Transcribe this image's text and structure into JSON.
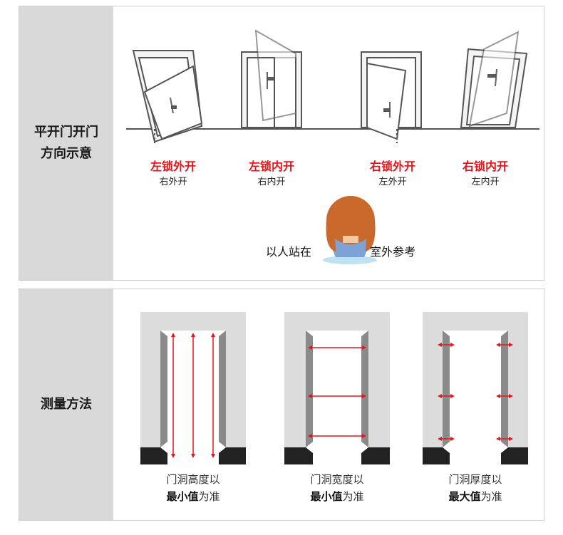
{
  "section_open": {
    "title": "平开门开门\n方向示意",
    "doors": [
      {
        "label": "左锁外开",
        "sub": "右外开"
      },
      {
        "label": "左锁内开",
        "sub": "右内开"
      },
      {
        "label": "右锁外开",
        "sub": "左外开"
      },
      {
        "label": "右锁内开",
        "sub": "左内开"
      }
    ],
    "stand_left": "以人站在",
    "stand_right": "室外参考"
  },
  "section_measure": {
    "title": "测量方法",
    "items": [
      {
        "line1": "门洞高度以",
        "line2_bold": "最小值",
        "line2_rest": "为准"
      },
      {
        "line1": "门洞宽度以",
        "line2_bold": "最小值",
        "line2_rest": "为准"
      },
      {
        "line1": "门洞厚度以",
        "line2_bold": "最大值",
        "line2_rest": "为准"
      }
    ]
  },
  "colors": {
    "accent_red": "#e8141b",
    "panel_gray": "#d9d9d9",
    "frame_gray": "#7a7a7a"
  }
}
